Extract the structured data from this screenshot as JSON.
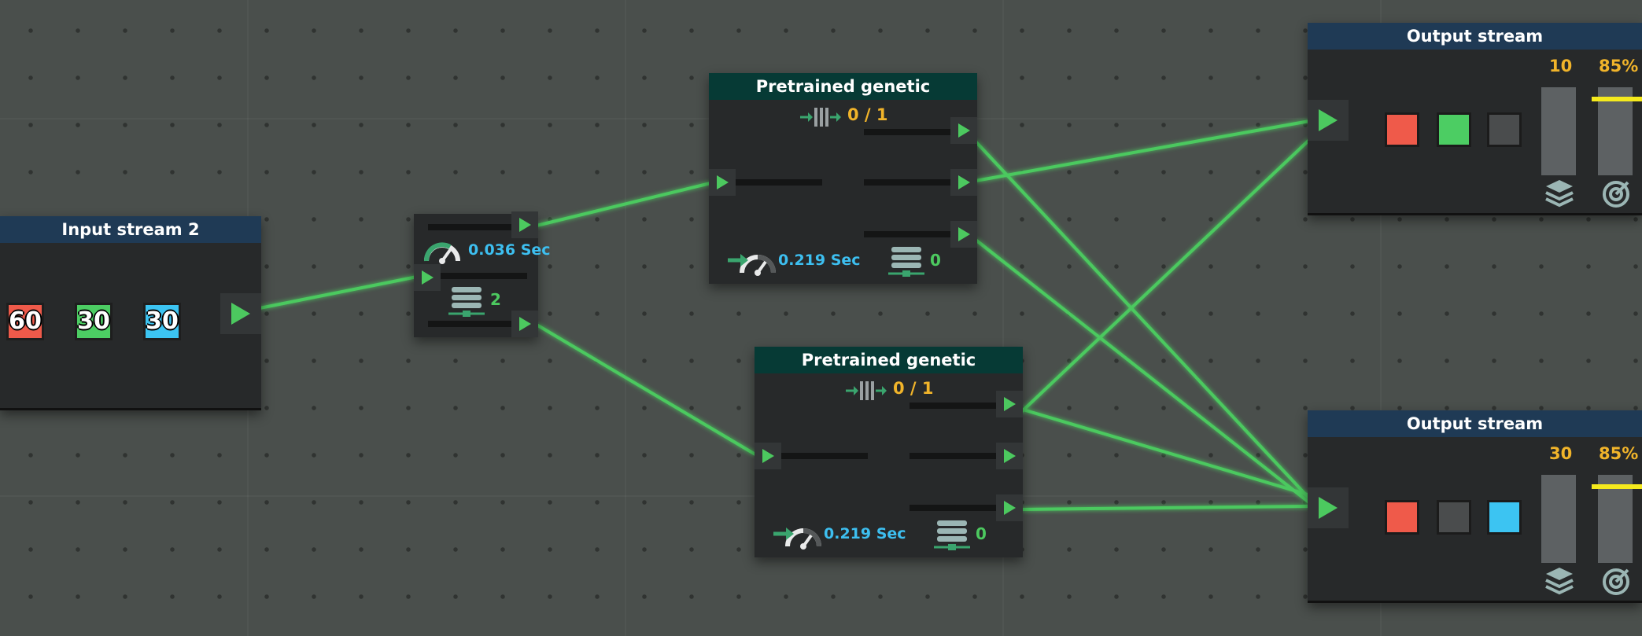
{
  "input_node": {
    "title": "Input stream 2",
    "counts": [
      {
        "value": "60",
        "color": "#ef5a4a"
      },
      {
        "value": "30",
        "color": "#4ccd63"
      },
      {
        "value": "30",
        "color": "#3cc4f2"
      }
    ]
  },
  "splitter_node": {
    "time": "0.036 Sec",
    "count": "2"
  },
  "genetic_top": {
    "title": "Pretrained genetic",
    "progress": "0 / 1",
    "time": "0.219 Sec",
    "count": "0"
  },
  "genetic_bottom": {
    "title": "Pretrained genetic",
    "progress": "0 / 1",
    "time": "0.219 Sec",
    "count": "0"
  },
  "output_top": {
    "title": "Output stream",
    "layers_value": "10",
    "accuracy_value": "85%",
    "slots": [
      "#ef5a4a",
      "#4ccd63",
      "#4a4c4d"
    ]
  },
  "output_bottom": {
    "title": "Output stream",
    "layers_value": "30",
    "accuracy_value": "85%",
    "slots": [
      "#ef5a4a",
      "#4a4c4d",
      "#3cc4f2"
    ]
  },
  "icons": [
    "speedometer-icon",
    "server-stack-icon",
    "throughput-icon",
    "layers-icon",
    "target-icon",
    "play-port-icon"
  ],
  "colors": {
    "link": "#4cc95f",
    "header_blue": "#1f3a55",
    "header_teal": "#063a35",
    "time_text": "#3dbff0",
    "count_text": "#f1b42a",
    "threshold": "#f5ea1d"
  }
}
